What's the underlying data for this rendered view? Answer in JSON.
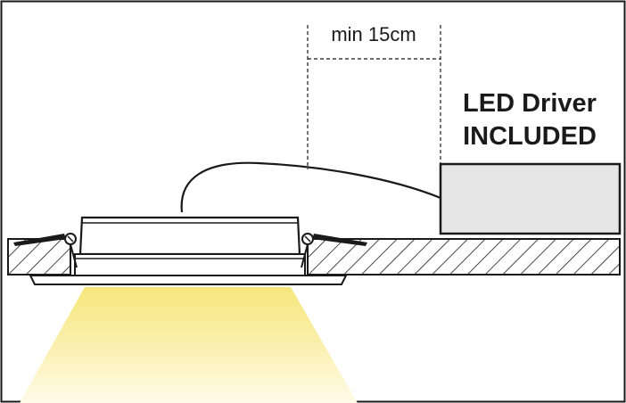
{
  "dimension": {
    "text": "min 15cm"
  },
  "callout": {
    "line1": "LED Driver",
    "line2": "INCLUDED"
  },
  "colors": {
    "frame": "#1a1a1a",
    "driver_fill": "#e6e6e6",
    "ceiling_fill": "#ffffff",
    "light_top": "#f8ec8c",
    "light_bottom": "#fffbe8"
  }
}
